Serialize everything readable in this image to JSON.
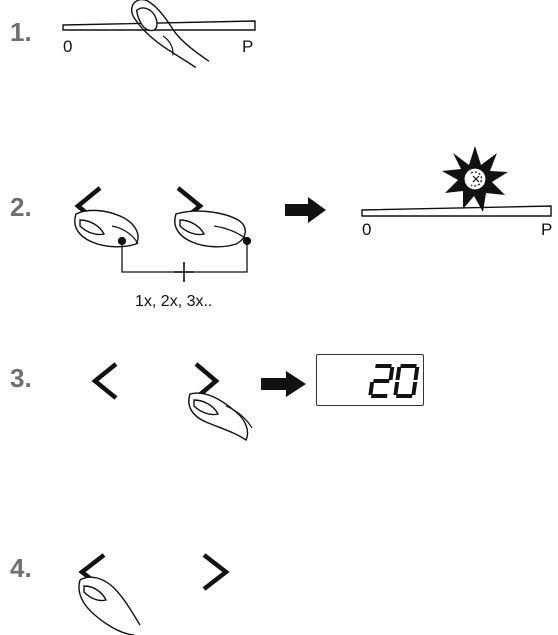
{
  "steps": [
    {
      "number": "1.",
      "slider_start": "0",
      "slider_end": "P"
    },
    {
      "number": "2.",
      "caption": "1x, 2x, 3x..",
      "slider_start": "0",
      "slider_end": "P"
    },
    {
      "number": "3.",
      "display_value": "20"
    },
    {
      "number": "4."
    }
  ],
  "icons": {
    "finger": "finger-press-icon",
    "left": "chevron-left-icon",
    "right": "chevron-right-icon",
    "arrow": "arrow-right-icon",
    "flash": "flash-icon"
  },
  "colors": {
    "step_number": "#6f6f6f",
    "line": "#111111"
  }
}
